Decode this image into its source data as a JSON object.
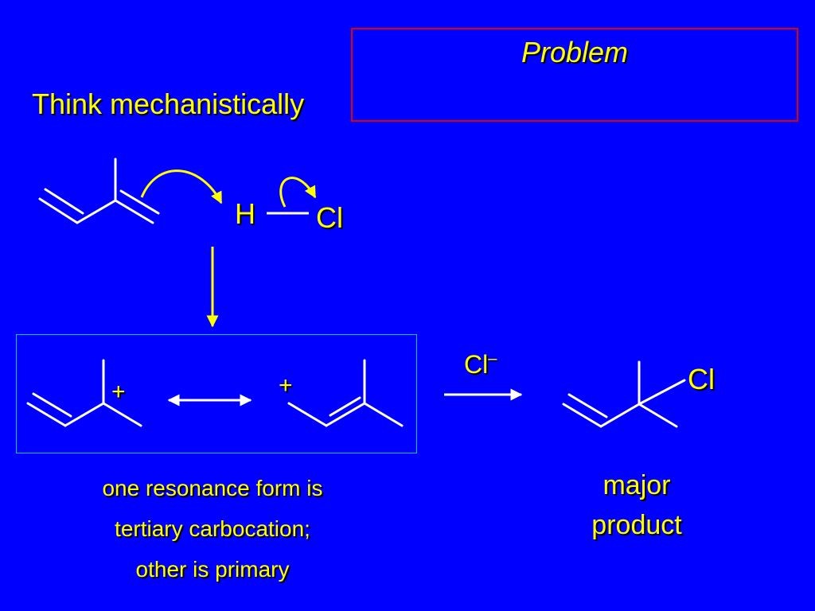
{
  "problem": {
    "title": "Problem"
  },
  "heading": "Think mechanistically",
  "reagent": {
    "h": "H",
    "cl": "Cl"
  },
  "resonance": {
    "plus_left": "+",
    "plus_right": "+"
  },
  "nucleophile": {
    "label": "Cl",
    "charge": "–"
  },
  "product": {
    "cl": "Cl"
  },
  "caption": {
    "line1": "one resonance form is",
    "line2": "tertiary carbocation;",
    "line3": "other is primary"
  },
  "product_caption": {
    "line1": "major",
    "line2": "product"
  },
  "colors": {
    "background": "#0000ff",
    "text": "#ffff00",
    "bond": "#ffffff",
    "arrow": "#ffff00",
    "problem_border": "#e00000",
    "resonance_border": "#00c8ff"
  }
}
